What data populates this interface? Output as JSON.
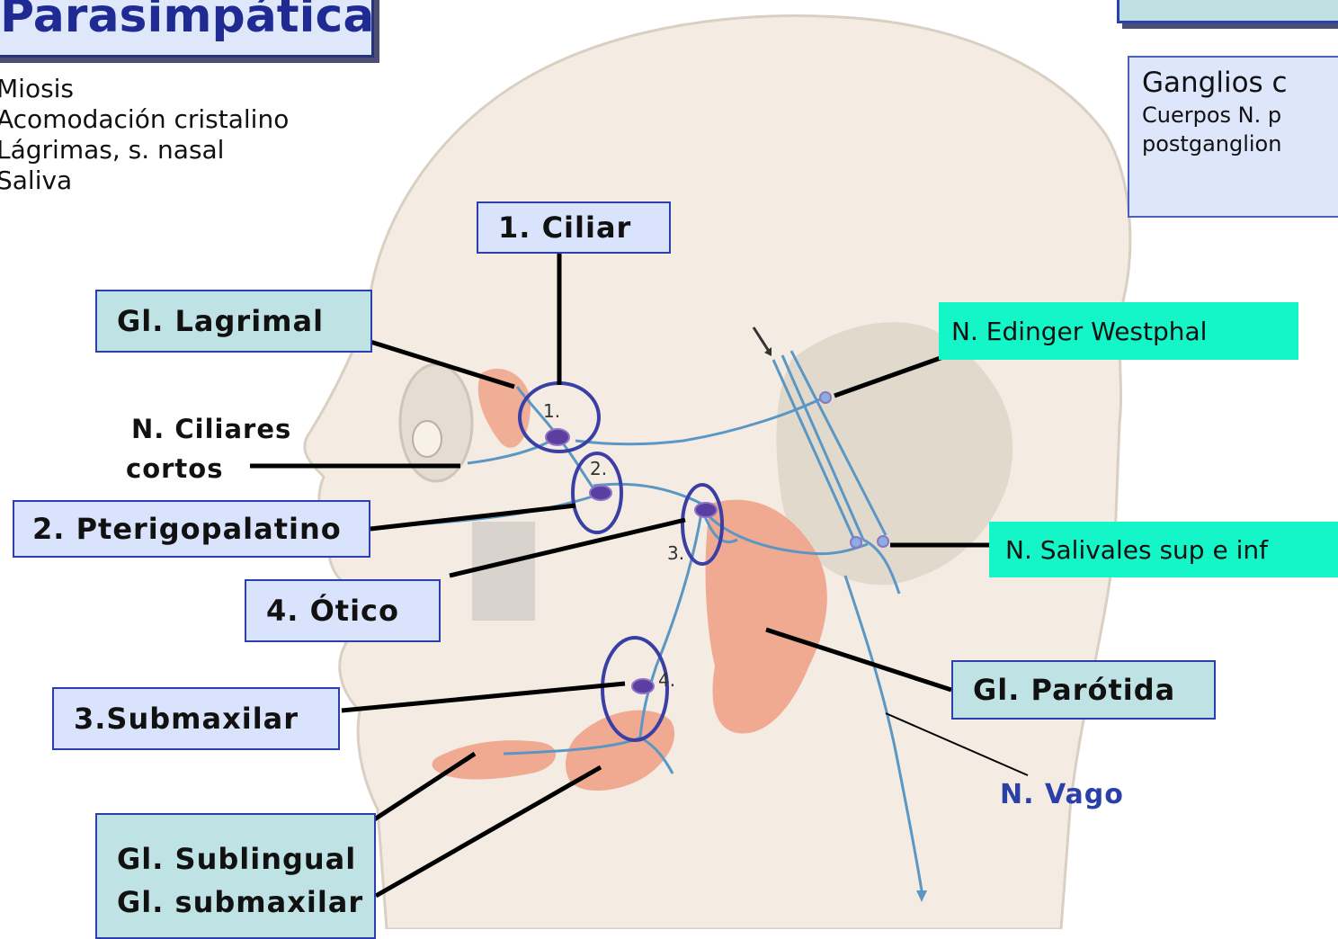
{
  "title": "Parasimpática",
  "effects": [
    "Miosis",
    "Acomodación cristalino",
    "Lágrimas, s. nasal",
    "Saliva"
  ],
  "ganglios_box": {
    "title": "Ganglios c",
    "line1": "Cuerpos N. p",
    "line2": "postganglion"
  },
  "labels": {
    "ciliar": "1. Ciliar",
    "lagrimal": "Gl. Lagrimal",
    "ciliares_cortos_1": "N. Ciliares",
    "ciliares_cortos_2": "cortos",
    "pterigopalatino": "2. Pterigopalatino",
    "otico": "4. Ótico",
    "submaxilar": "3.Submaxilar",
    "sublingual": "Gl. Sublingual",
    "gl_submaxilar": "Gl. submaxilar",
    "edinger": "N. Edinger Westphal",
    "salivales": "N. Salivales sup e inf",
    "parotida": "Gl. Parótida",
    "vago": "N. Vago"
  },
  "figure_numbers": [
    "1.",
    "2.",
    "3.",
    "4."
  ],
  "colors": {
    "title": "#1f2a93",
    "box_blue": "#d9e3fb",
    "box_teal": "#bfe3e4",
    "box_cyan": "#14f6c7",
    "nerve": "#5b97c4",
    "gland": "#f0a38a",
    "ellipse": "#3a3fa6",
    "vago_text": "#2b3fa8"
  }
}
